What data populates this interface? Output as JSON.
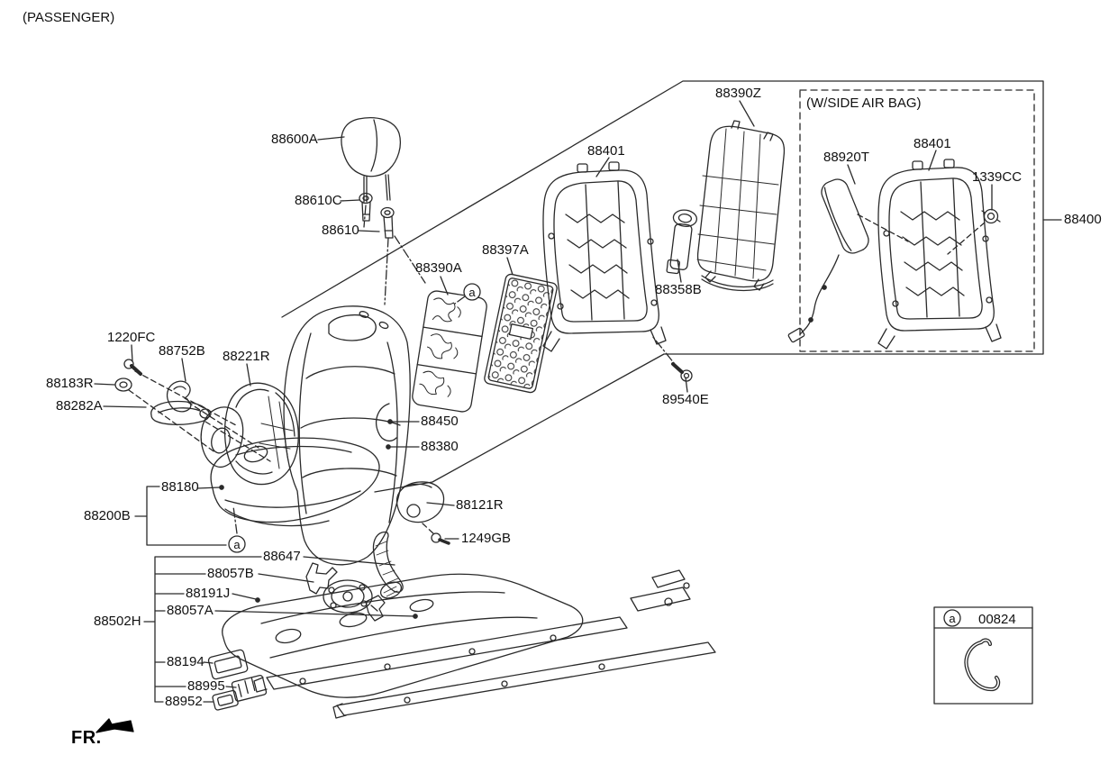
{
  "title": "(PASSENGER)",
  "side_airbag_box": {
    "title": "(W/SIDE AIR BAG)"
  },
  "markers": {
    "a": "a"
  },
  "legend": {
    "marker": "a",
    "code": "00824"
  },
  "footer": {
    "fr_label": "FR."
  },
  "callouts": {
    "c88600A": "88600A",
    "c88610C": "88610C",
    "c88610": "88610",
    "c88390A": "88390A",
    "c88397A": "88397A",
    "c88390Z": "88390Z",
    "c88401_main": "88401",
    "c88401_airbag": "88401",
    "c88920T": "88920T",
    "c1339CC": "1339CC",
    "c88400": "88400",
    "c88358B": "88358B",
    "c89540E": "89540E",
    "c1220FC": "1220FC",
    "c88752B": "88752B",
    "c88221R": "88221R",
    "c88183R": "88183R",
    "c88282A": "88282A",
    "c88450": "88450",
    "c88380": "88380",
    "c88180": "88180",
    "c88200B": "88200B",
    "c88121R": "88121R",
    "c1249GB": "1249GB",
    "c88647": "88647",
    "c88057B": "88057B",
    "c88191J": "88191J",
    "c88057A": "88057A",
    "c88502H": "88502H",
    "c88194": "88194",
    "c88995": "88995",
    "c88952": "88952"
  },
  "colors": {
    "line": "#2a2a2a",
    "text": "#111111",
    "background": "#ffffff"
  }
}
